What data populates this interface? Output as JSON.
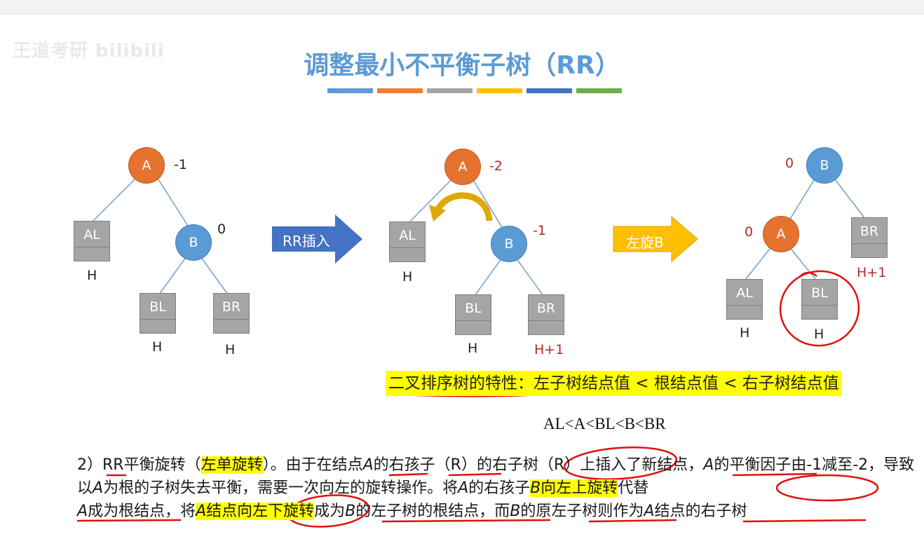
{
  "watermark": "王道考研 bilibili",
  "title": "调整最小不平衡子树（RR）",
  "stripes": [
    "#5b9bd5",
    "#ed7d31",
    "#a5a5a5",
    "#ffc000",
    "#4472c4",
    "#70ad47"
  ],
  "tree1": {
    "A": "A",
    "A_bf": "-1",
    "B": "B",
    "B_bf": "0",
    "AL": "AL",
    "BL": "BL",
    "BR": "BR",
    "AL_h": "H",
    "BL_h": "H",
    "BR_h": "H"
  },
  "arrow1": "RR插入",
  "tree2": {
    "A": "A",
    "A_bf": "-2",
    "B": "B",
    "B_bf": "-1",
    "AL": "AL",
    "BL": "BL",
    "BR": "BR",
    "AL_h": "H",
    "BL_h": "H",
    "BR_h": "H+1"
  },
  "arrow2": "左旋B",
  "tree3": {
    "B": "B",
    "B_bf": "0",
    "A": "A",
    "A_bf": "0",
    "AL": "AL",
    "BL": "BL",
    "BR": "BR",
    "AL_h": "H",
    "BL_h": "H",
    "BR_h": "H+1"
  },
  "property": "二叉排序树的特性：左子树结点值 < 根结点值 < 右子树结点值",
  "inequality": "AL<A<BL<B<BR",
  "para": {
    "s1": "2）RR平衡旋转（",
    "s2": "左单旋转",
    "s3": "）。由于在结点",
    "s4": "A",
    "s5": "的右孩子（R）的右子树（R）上插入了新结点，",
    "s6": "A",
    "s7": "的平衡因子由-1减至-2，导致以",
    "s8": "A",
    "s9": "为根的子树失去平衡，需要一次向左的旋转操作。将",
    "s10": "A",
    "s11": "的右孩子",
    "s12": "B",
    "s13": "向左上旋转",
    "s14": "代替",
    "s15": "A",
    "s16": "成为根结点，将",
    "s17": "A",
    "s18": "结点向左下旋转",
    "s19": "成为",
    "s20": "B",
    "s21": "的左子树的根结点，而",
    "s22": "B",
    "s23": "的原左子树则作为",
    "s24": "A",
    "s25": "结点的右子树"
  }
}
